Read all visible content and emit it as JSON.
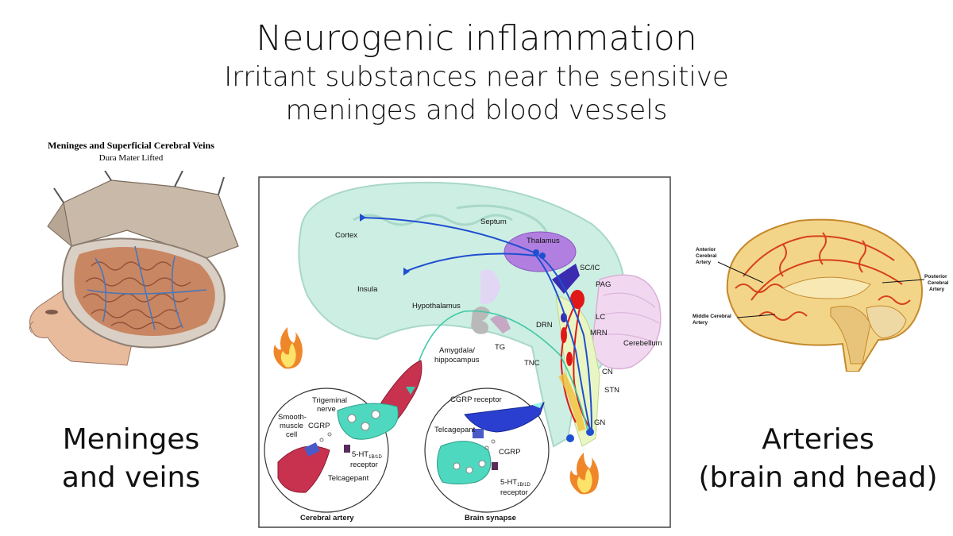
{
  "slide": {
    "title": "Neurogenic inflammation",
    "subtitle_line1": "Irritant substances near the sensitive",
    "subtitle_line2": "meninges and blood vessels",
    "left_label_line1": "Meninges",
    "left_label_line2": "and veins",
    "right_label_line1": "Arteries",
    "right_label_line2": "(brain and head)"
  },
  "meninges_figure": {
    "heading": "Meninges and Superficial Cerebral Veins",
    "subheading": "Dura Mater Lifted"
  },
  "center_diagram": {
    "labels": {
      "cortex": "Cortex",
      "septum": "Septum",
      "thalamus": "Thalamus",
      "insula": "Insula",
      "scic": "SC/IC",
      "pag": "PAG",
      "hypothalamus": "Hypothalamus",
      "lc": "LC",
      "drn": "DRN",
      "mrn": "MRN",
      "tg": "TG",
      "cerebellum": "Cerebellum",
      "amygdala1": "Amygdala/",
      "amygdala2": "hippocampus",
      "tnc": "TNC",
      "cn": "CN",
      "stn": "STN",
      "gn": "GN"
    },
    "left_inset": {
      "trigeminal1": "Trigeminal",
      "trigeminal2": "nerve",
      "smooth1": "Smooth-",
      "smooth2": "muscle",
      "smooth3": "cell",
      "cgrp": "CGRP",
      "ht": "5-HT",
      "ht_sub": "1B/1D",
      "receptor": "receptor",
      "telcagepant": "Telcagepant",
      "caption": "Cerebral artery"
    },
    "right_inset": {
      "cgrp_receptor": "CGRP receptor",
      "telcagepant": "Telcagepant",
      "cgrp": "CGRP",
      "ht": "5-HT",
      "ht_sub": "1B/1D",
      "receptor": "receptor",
      "caption": "Brain synapse"
    }
  },
  "arteries_figure": {
    "anterior1": "Anterior",
    "anterior2": "Cerebral",
    "anterior3": "Artery",
    "posterior1": "Posterior",
    "posterior2": "Cerebral",
    "posterior3": "Artery",
    "middle1": "Middle Cerebral",
    "middle2": "Artery"
  },
  "colors": {
    "neuron_blue": "#1f4fd1",
    "pathway_red": "#e01818",
    "thalamus_purple": "#b07fe0",
    "brain_fill": "#cdeee2",
    "artery_orange": "#e9852a"
  }
}
